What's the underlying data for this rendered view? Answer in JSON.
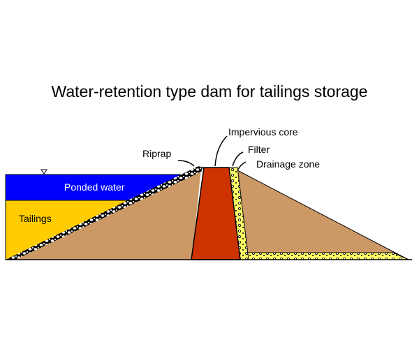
{
  "title": "Water-retention type dam for tailings storage",
  "labels": {
    "impervious_core": "Impervious core",
    "filter": "Filter",
    "riprap": "Riprap",
    "drainage_zone": "Drainage zone",
    "ponded_water": "Ponded water",
    "tailings": "Tailings"
  },
  "colors": {
    "water": "#0000ff",
    "tailings": "#ffcc00",
    "embankment": "#cc9966",
    "core": "#cc3300",
    "filter": "#ffff66"
  }
}
